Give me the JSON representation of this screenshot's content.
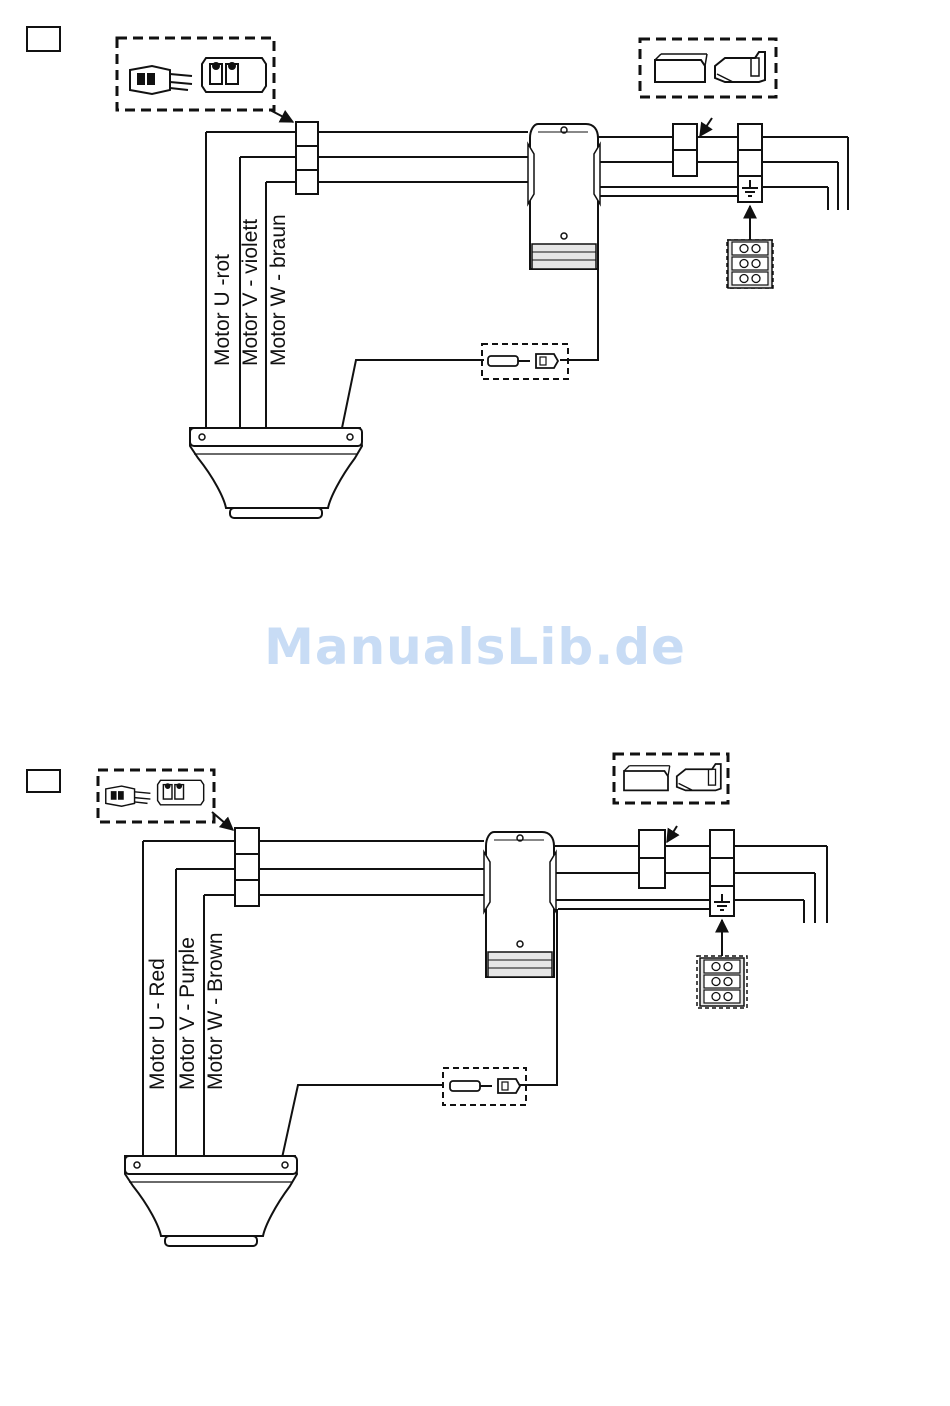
{
  "watermark": "ManualsLib.de",
  "diagram_top": {
    "wire_labels": [
      "Motor U -rot",
      "Motor V - violett",
      "Motor W - braun"
    ]
  },
  "diagram_bottom": {
    "wire_labels": [
      "Motor U - Red",
      "Motor V - Purple",
      "Motor W - Brown"
    ]
  },
  "colors": {
    "line": "#111111",
    "fill": "#ffffff",
    "watermark": "#c8dcf5",
    "shade": "#e6e6e6"
  }
}
